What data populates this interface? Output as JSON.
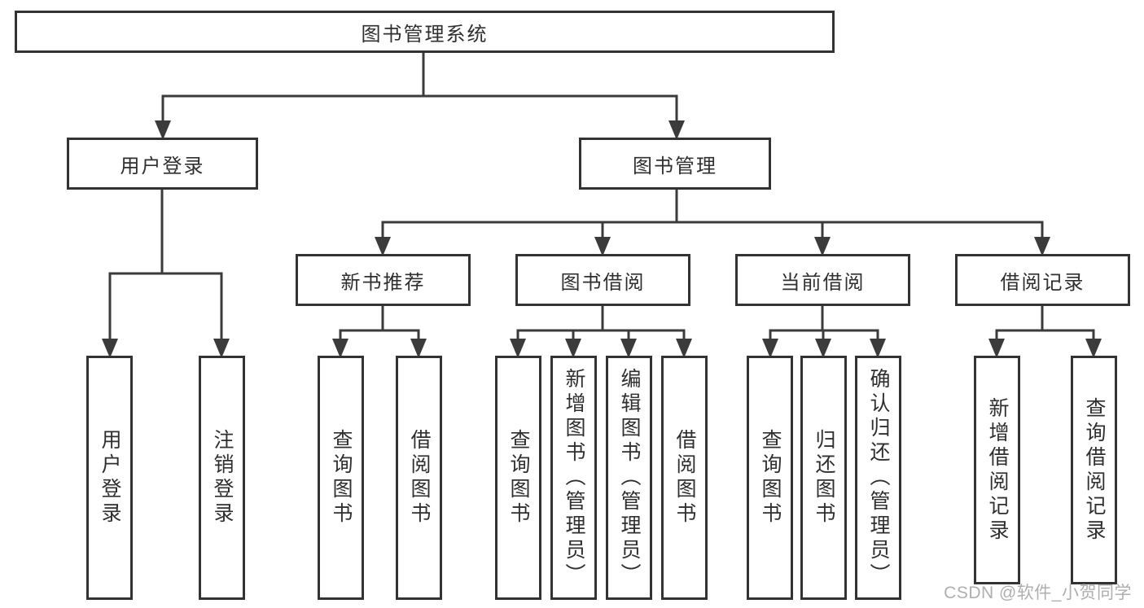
{
  "title": "图书管理系统",
  "tree": {
    "root": {
      "label": "图书管理系统"
    },
    "branches": [
      {
        "label": "用户登录",
        "children": [
          "用户登录",
          "注销登录"
        ]
      },
      {
        "label": "图书管理",
        "children": [
          {
            "label": "新书推荐",
            "children": [
              "查询图书",
              "借阅图书"
            ]
          },
          {
            "label": "图书借阅",
            "children": [
              "查询图书",
              "新增图书（管理员）",
              "编辑图书（管理员）",
              "借阅图书"
            ]
          },
          {
            "label": "当前借阅",
            "children": [
              "查询图书",
              "归还图书",
              "确认归还（管理员）"
            ]
          },
          {
            "label": "借阅记录",
            "children": [
              "新增借阅记录",
              "查询借阅记录"
            ]
          }
        ]
      }
    ]
  },
  "watermark": "CSDN @软件_小贺同学",
  "colors": {
    "line": "#3b3b3b",
    "border": "#333333",
    "text": "#2f2f2f",
    "watermark": "#9a9a9a",
    "background": "#ffffff"
  }
}
